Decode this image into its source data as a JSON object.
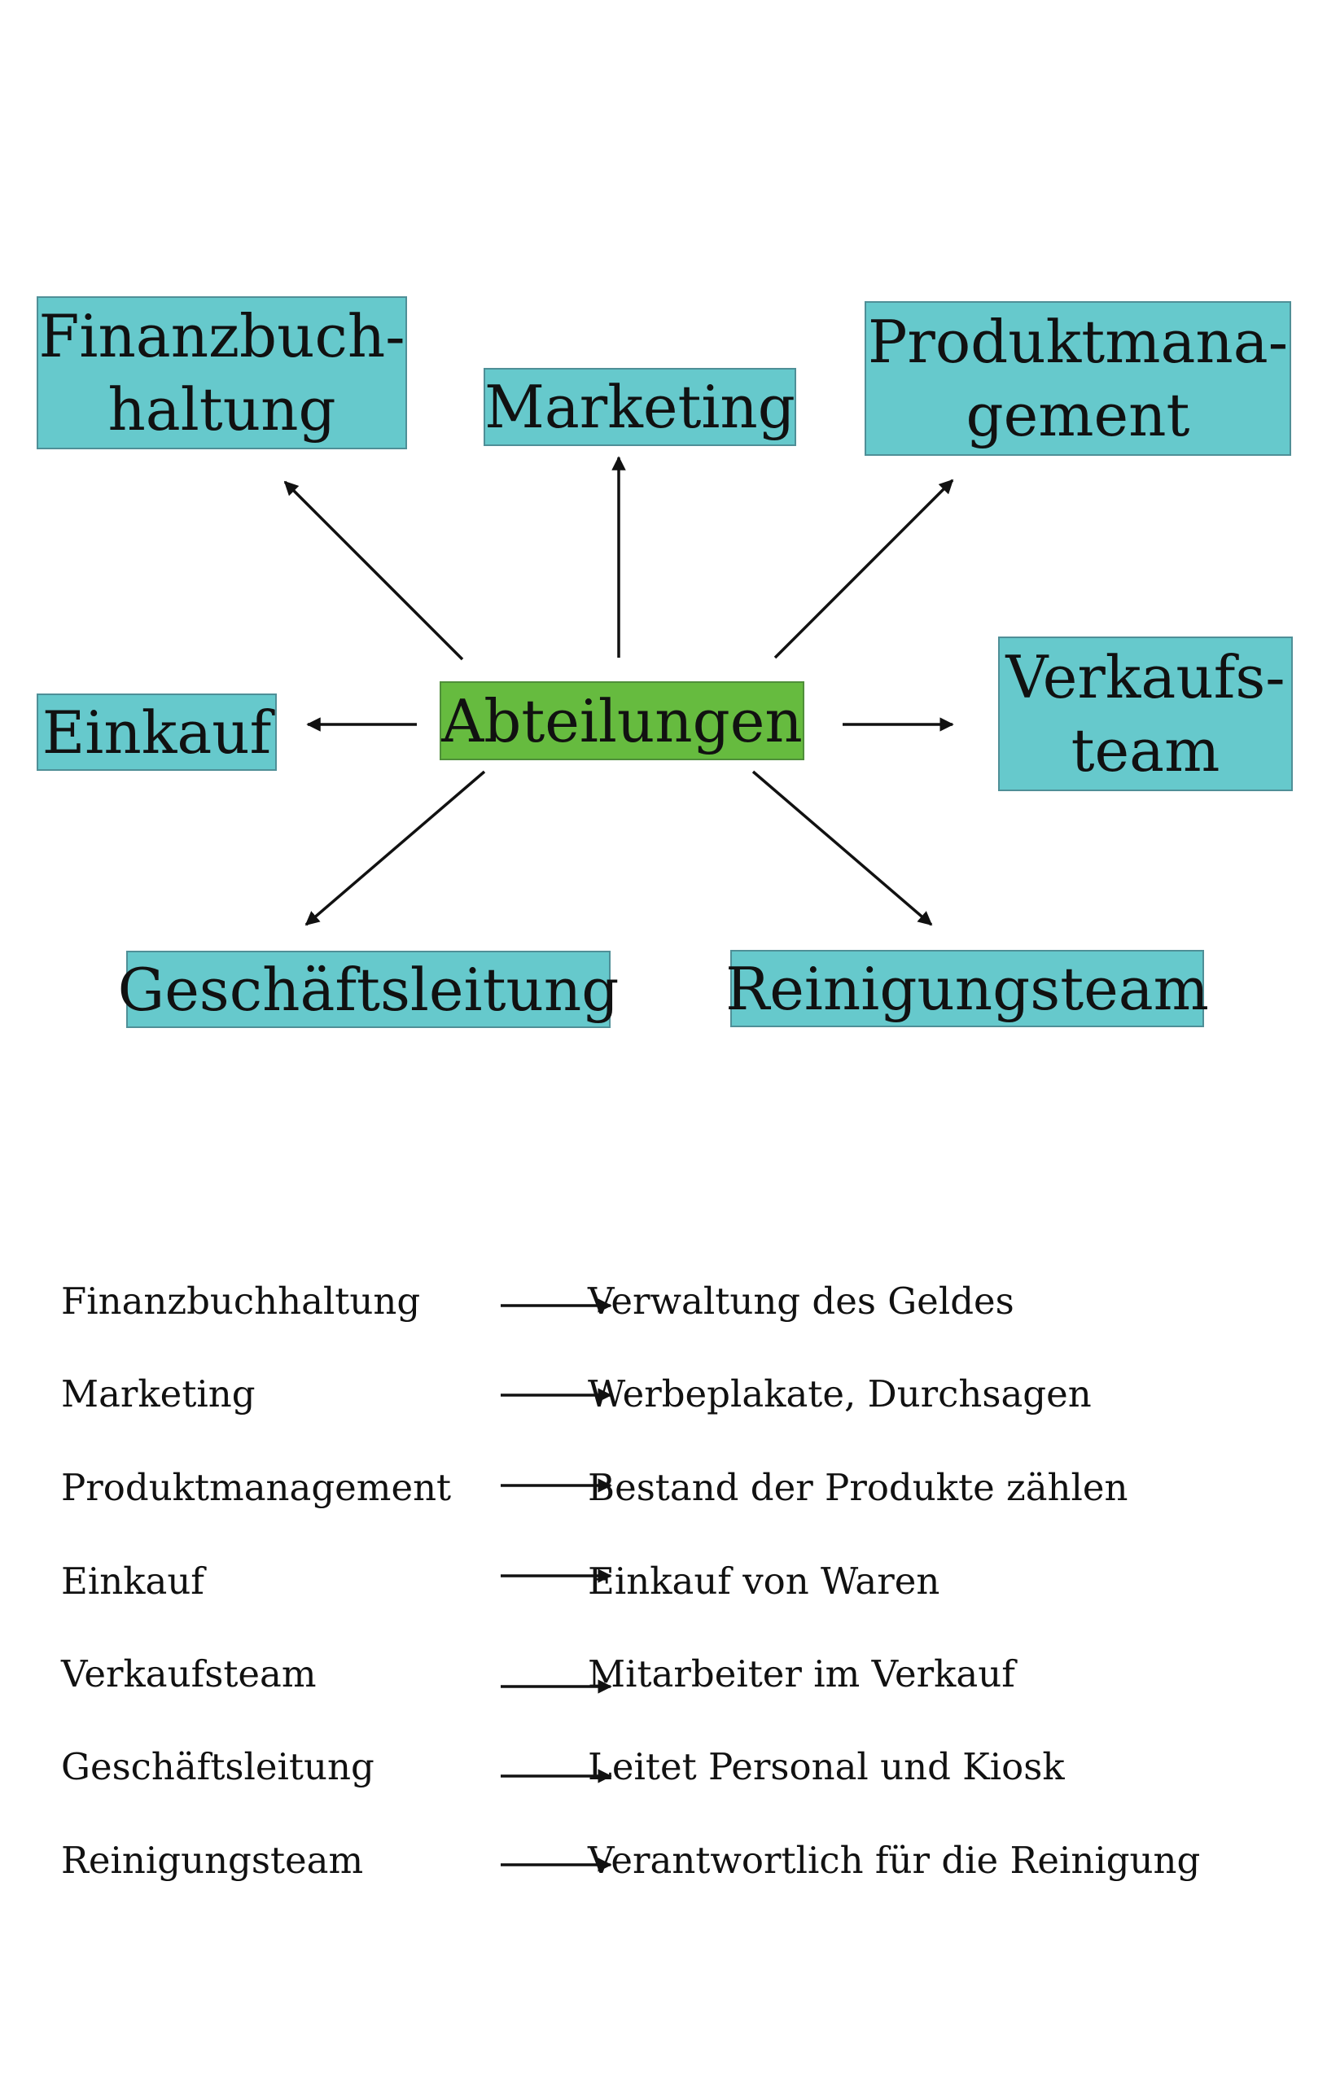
{
  "diagram": {
    "center": "Abteilungen",
    "departments": {
      "finanz": [
        "Finanzbuch-",
        "haltung"
      ],
      "marketing": [
        "Marketing"
      ],
      "produkt": [
        "Produktmana-",
        "gement"
      ],
      "einkauf": [
        "Einkauf"
      ],
      "verkauf": [
        "Verkaufs-",
        "team"
      ],
      "geschaeft": [
        "Geschäftsleitung"
      ],
      "reinigung": [
        "Reinigungsteam"
      ]
    }
  },
  "legend": [
    {
      "term": "Finanzbuchhaltung",
      "description": "Verwaltung des Geldes"
    },
    {
      "term": "Marketing",
      "description": "Werbeplakate, Durchsagen"
    },
    {
      "term": "Produktmanagement",
      "description": "Bestand der Produkte zählen"
    },
    {
      "term": "Einkauf",
      "description": "Einkauf von Waren"
    },
    {
      "term": "Verkaufsteam",
      "description": "Mitarbeiter im Verkauf"
    },
    {
      "term": "Geschäftsleitung",
      "description": "Leitet Personal und Kiosk"
    },
    {
      "term": "Reinigungsteam",
      "description": "Verantwortlich für die Reinigung"
    }
  ],
  "colors": {
    "department_fill": "#66c9cc",
    "center_fill": "#66bb3f",
    "arrow": "#111111"
  }
}
